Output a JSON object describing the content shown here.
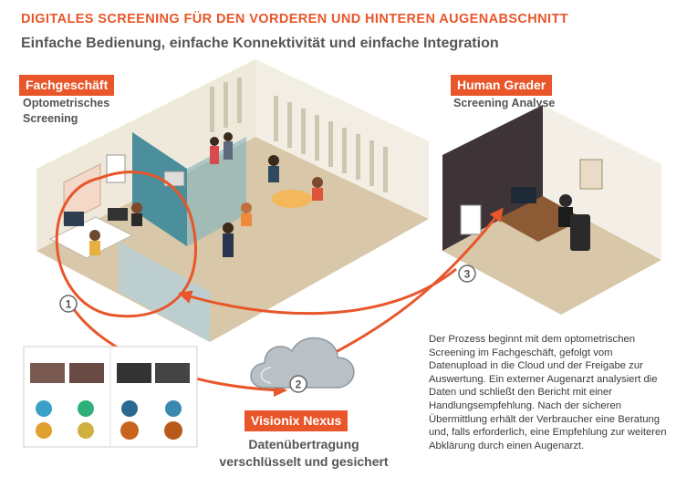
{
  "header": {
    "title": "DIGITALES SCREENING FÜR DEN VORDEREN UND HINTEREN AUGENABSCHNITT",
    "subtitle": "Einfache Bedienung, einfache Konnektivität und einfache Integration"
  },
  "nodes": {
    "store": {
      "badge": "Fachgeschäft",
      "caption_line1": "Optometrisches",
      "caption_line2": "Screening"
    },
    "grader": {
      "badge": "Human Grader",
      "caption": "Screening Analyse"
    },
    "cloud": {
      "badge": "Visionix Nexus",
      "caption_line1": "Datenübertragung",
      "caption_line2": "verschlüsselt und gesichert"
    }
  },
  "steps": [
    "1",
    "2",
    "3"
  ],
  "description": "Der Prozess beginnt mit dem optometrischen Screening im Fachgeschäft, gefolgt vom Datenupload in die Cloud und der Freigabe zur Auswertung. Ein externer Augenarzt analysiert die Daten und schließt den Bericht mit einer Handlungsempfehlung. Nach der sicheren Übermittlung erhält der Verbraucher eine Beratung und, falls erforderlich, eine Empfehlung zur weiteren Abklärung durch einen Augenarzt.",
  "colors": {
    "accent": "#e8562a",
    "text": "#555555"
  }
}
